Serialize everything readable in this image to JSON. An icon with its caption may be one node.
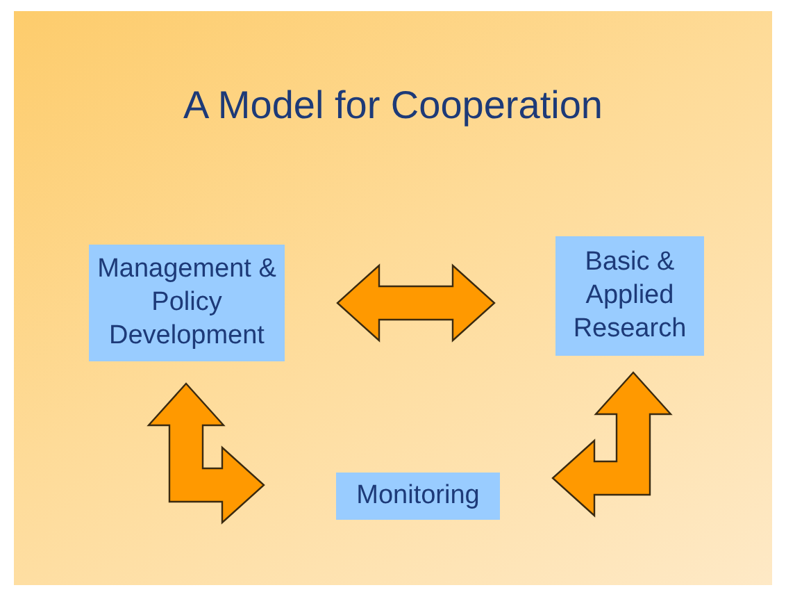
{
  "diagram": {
    "title": "A Model for Cooperation",
    "nodes": [
      {
        "text": [
          "Management & Policy Development"
        ]
      },
      {
        "text": [
          "Basic & Applied Research"
        ]
      },
      {
        "text": [
          "Monitoring"
        ]
      }
    ],
    "edges": [
      {
        "from": 0,
        "to": 1,
        "arrow": "both"
      },
      {
        "from": 0,
        "to": 2,
        "arrow": "both"
      },
      {
        "from": 1,
        "to": 2,
        "arrow": "both"
      }
    ]
  }
}
